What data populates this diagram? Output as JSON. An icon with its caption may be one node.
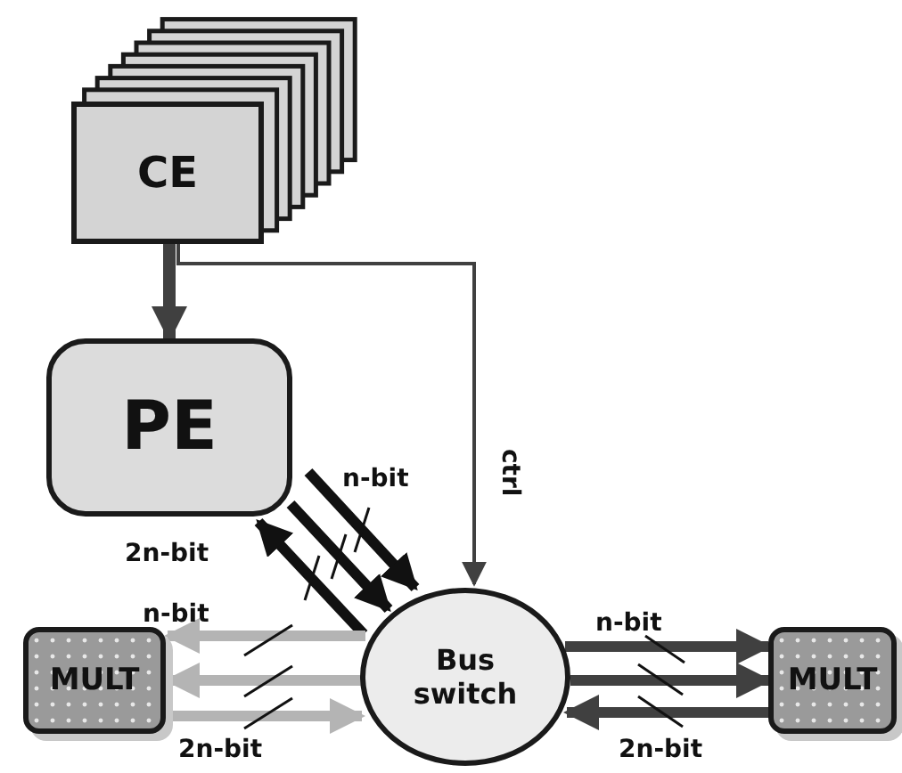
{
  "diagram": {
    "nodes": [
      {
        "text": [
          "CE"
        ]
      },
      {
        "text": [
          "PE"
        ]
      },
      {
        "text": [
          "Bus switch"
        ]
      },
      {
        "text": [
          "MULT"
        ]
      },
      {
        "text": [
          "MULT"
        ]
      }
    ],
    "edges": [
      {
        "from": 0,
        "to": 1,
        "arrow": "to"
      },
      {
        "from": 0,
        "to": 2,
        "arrow": "to",
        "label": "ctrl"
      },
      {
        "from": 1,
        "to": 2,
        "arrow": "to",
        "color": "#111111"
      },
      {
        "from": 1,
        "to": 2,
        "arrow": "to",
        "color": "#111111"
      },
      {
        "from": 2,
        "to": 1,
        "arrow": "to",
        "color": "#111111"
      },
      {
        "from": 2,
        "to": 3,
        "arrow": "to",
        "color": "#b4b4b4"
      },
      {
        "from": 2,
        "to": 3,
        "arrow": "to",
        "color": "#b4b4b4"
      },
      {
        "from": 3,
        "to": 2,
        "arrow": "to",
        "color": "#b4b4b4"
      },
      {
        "from": 2,
        "to": 4,
        "arrow": "to"
      },
      {
        "from": 2,
        "to": 4,
        "arrow": "to"
      },
      {
        "from": 4,
        "to": 2,
        "arrow": "to"
      }
    ],
    "labels": [
      "n-bit",
      "2n-bit",
      "n-bit",
      "2n-bit",
      "n-bit",
      "2n-bit"
    ]
  }
}
